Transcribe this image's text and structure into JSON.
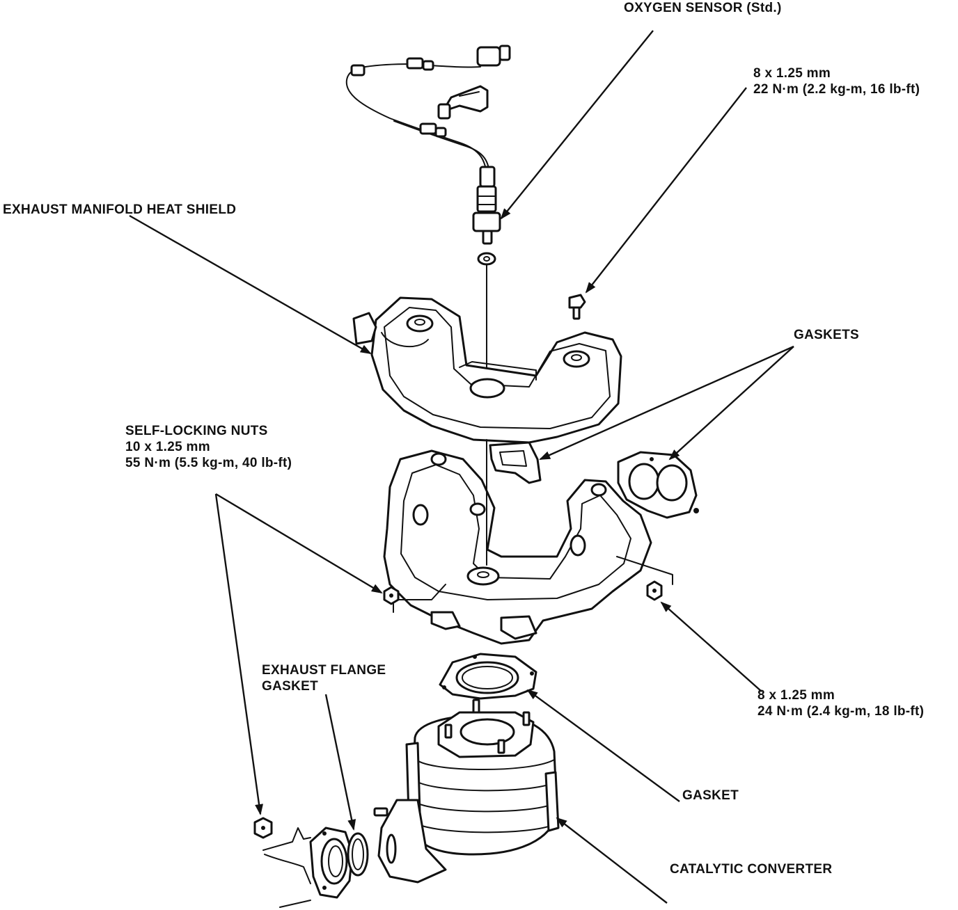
{
  "labels": {
    "oxygen_sensor": "OXYGEN SENSOR (Std.)",
    "sensor_bolt_size": "8 x 1.25 mm",
    "sensor_bolt_torque": "22 N·m (2.2 kg-m, 16 lb-ft)",
    "heat_shield": "EXHAUST MANIFOLD HEAT SHIELD",
    "gaskets": "GASKETS",
    "self_locking_nuts": "SELF-LOCKING NUTS",
    "nuts_size": "10 x 1.25 mm",
    "nuts_torque": "55 N·m (5.5 kg-m, 40 lb-ft)",
    "manifold_nut_size": "8 x 1.25 mm",
    "manifold_nut_torque": "24 N·m (2.4 kg-m, 18 lb-ft)",
    "exhaust_flange_gasket_line1": "EXHAUST FLANGE",
    "exhaust_flange_gasket_line2": "GASKET",
    "gasket": "GASKET",
    "catalytic_converter": "CATALYTIC CONVERTER"
  },
  "colors": {
    "ink": "#111111",
    "paper": "#ffffff"
  }
}
